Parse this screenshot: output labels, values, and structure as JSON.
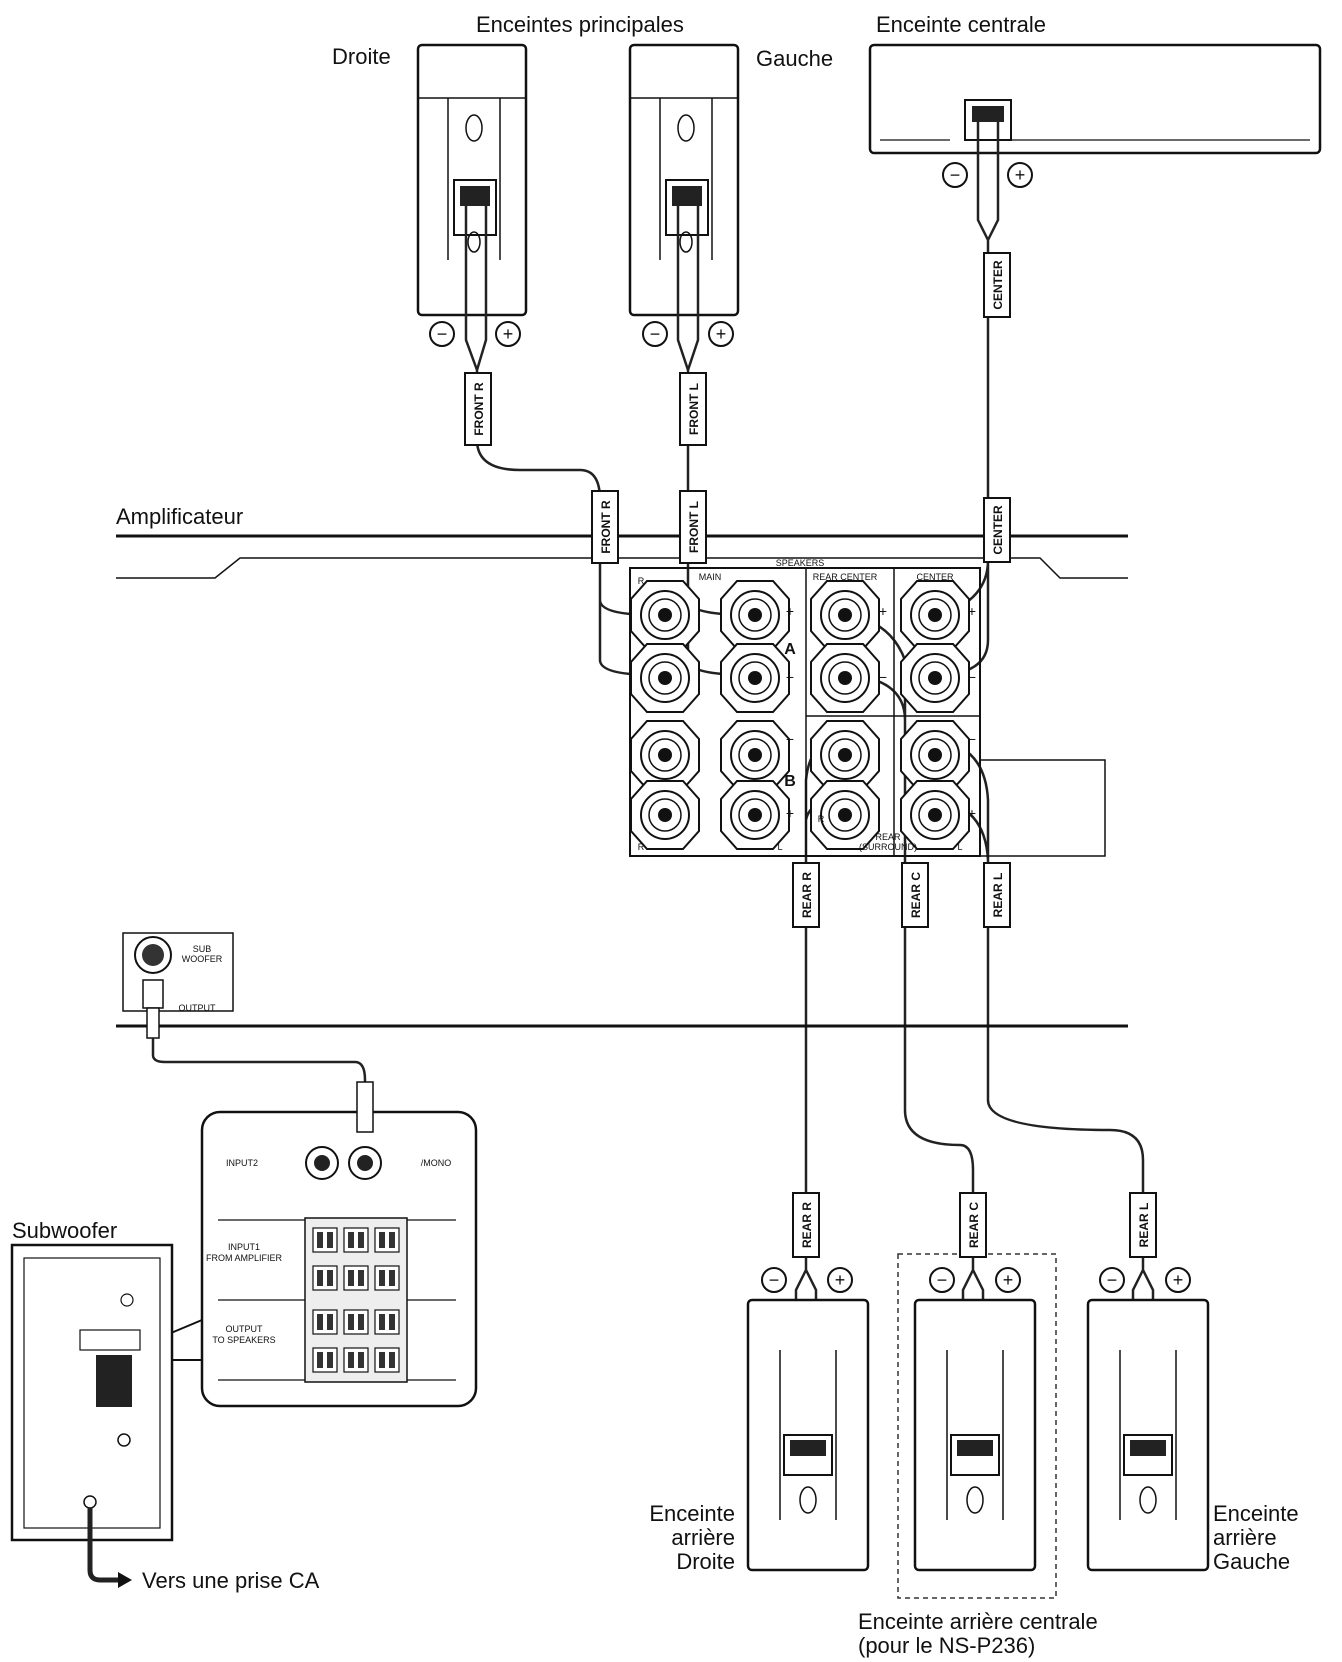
{
  "labels": {
    "main_speakers": "Enceintes principales",
    "right": "Droite",
    "left": "Gauche",
    "center_speaker": "Enceinte centrale",
    "amplifier": "Amplificateur",
    "subwoofer": "Subwoofer",
    "ac_outlet": "Vers une prise CA",
    "rear_right": "Enceinte\narrière\nDroite",
    "rear_left": "Enceinte\narrière\nGauche",
    "rear_center": "Enceinte arrière centrale\n(pour le NS-P236)"
  },
  "cable_tags": {
    "front_r": "FRONT R",
    "front_l": "FRONT L",
    "center": "CENTER",
    "rear_r": "REAR R",
    "rear_c": "REAR C",
    "rear_l": "REAR L"
  },
  "panel": {
    "speakers": "SPEAKERS",
    "main": "MAIN",
    "rear_center": "REAR CENTER",
    "center": "CENTER",
    "a": "A",
    "b": "B",
    "rear_surround_1": "REAR",
    "rear_surround_2": "(SURROUND)",
    "r": "R",
    "l": "L",
    "plus": "+",
    "minus": "−",
    "sub_woofer_1": "SUB",
    "sub_woofer_2": "WOOFER",
    "output": "OUTPUT"
  },
  "sub_panel": {
    "input2": "INPUT2",
    "mono": "/MONO",
    "input1_1": "INPUT1",
    "input1_2": "FROM AMPLIFIER",
    "output_1": "OUTPUT",
    "output_2": "TO SPEAKERS"
  }
}
